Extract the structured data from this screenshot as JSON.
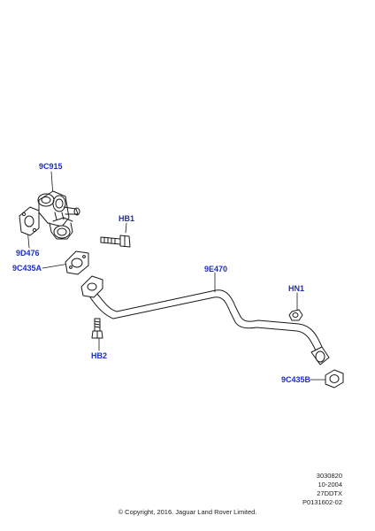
{
  "labels": {
    "egr_valve": "9C915",
    "bolt_top": "HB1",
    "gasket_valve": "9D476",
    "gasket_pipe_top": "9C435A",
    "pipe": "9E470",
    "bolt_bottom": "HB2",
    "nut": "HN1",
    "gasket_pipe_bottom": "9C435B"
  },
  "reference": {
    "line1": "3030820",
    "line2": "10-2004",
    "line3": "27DDTX",
    "line4": "P0131602-02"
  },
  "copyright": "© Copyright, 2016. Jaguar Land Rover Limited.",
  "colors": {
    "label": "#1d2cc4",
    "line": "#1a1a1a"
  }
}
